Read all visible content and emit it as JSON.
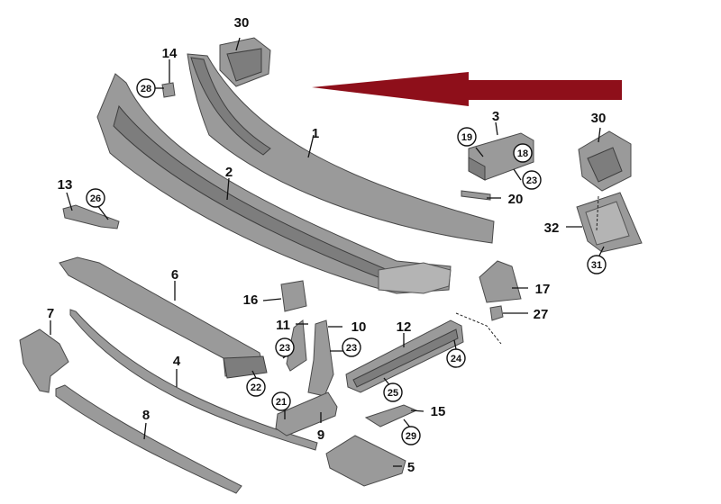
{
  "callouts": [
    {
      "id": "c1",
      "label": "1"
    },
    {
      "id": "c2",
      "label": "2"
    },
    {
      "id": "c3",
      "label": "3"
    },
    {
      "id": "c4",
      "label": "4"
    },
    {
      "id": "c5",
      "label": "5"
    },
    {
      "id": "c6",
      "label": "6"
    },
    {
      "id": "c7",
      "label": "7"
    },
    {
      "id": "c8",
      "label": "8"
    },
    {
      "id": "c9",
      "label": "9"
    },
    {
      "id": "c10",
      "label": "10"
    },
    {
      "id": "c11",
      "label": "11"
    },
    {
      "id": "c12",
      "label": "12"
    },
    {
      "id": "c13",
      "label": "13"
    },
    {
      "id": "c14",
      "label": "14"
    },
    {
      "id": "c15",
      "label": "15"
    },
    {
      "id": "c16",
      "label": "16"
    },
    {
      "id": "c17",
      "label": "17"
    },
    {
      "id": "c20",
      "label": "20"
    },
    {
      "id": "c27",
      "label": "27"
    },
    {
      "id": "c30a",
      "label": "30"
    },
    {
      "id": "c30b",
      "label": "30"
    },
    {
      "id": "c32",
      "label": "32"
    }
  ],
  "circled": [
    {
      "id": "k18",
      "label": "18"
    },
    {
      "id": "k19",
      "label": "19"
    },
    {
      "id": "k21",
      "label": "21"
    },
    {
      "id": "k22",
      "label": "22"
    },
    {
      "id": "k23a",
      "label": "23"
    },
    {
      "id": "k23b",
      "label": "23"
    },
    {
      "id": "k23c",
      "label": "23"
    },
    {
      "id": "k24",
      "label": "24"
    },
    {
      "id": "k25",
      "label": "25"
    },
    {
      "id": "k26",
      "label": "26"
    },
    {
      "id": "k28",
      "label": "28"
    },
    {
      "id": "k29",
      "label": "29"
    },
    {
      "id": "k31",
      "label": "31"
    }
  ],
  "colors": {
    "arrow": "#8e0f1a",
    "part": "#9a9a9a",
    "outline": "#4a4a4a"
  }
}
